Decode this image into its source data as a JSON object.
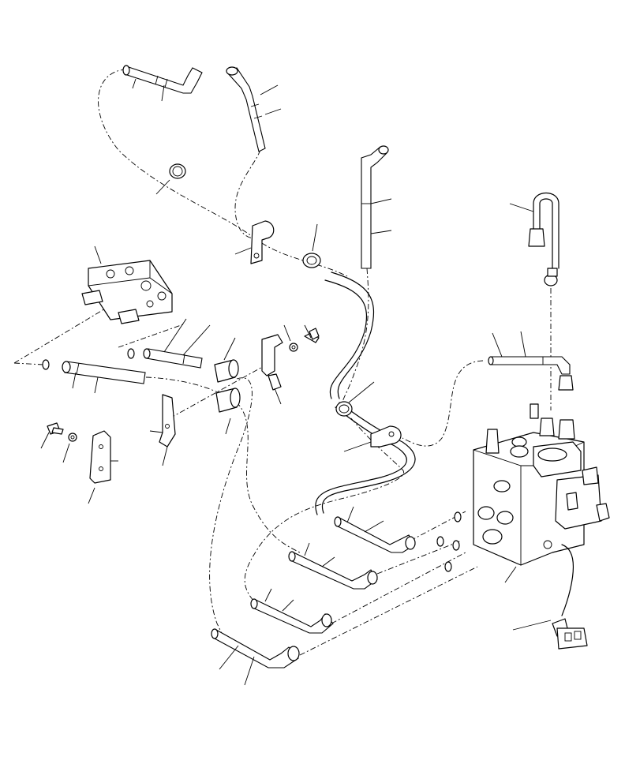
{
  "diagram": {
    "kind": "exploded-parts-view",
    "line_color": "#000000",
    "background": "#ffffff",
    "parts": [
      "hose-upper-left",
      "hose-upper-middle",
      "tube-vertical",
      "u-tube-right",
      "clamp-ring-1",
      "clamp-ring-2",
      "clamp-ring-3",
      "p-clamp-upper",
      "p-clamp-lower",
      "block-valve-left",
      "adapter-hose-1",
      "adapter-hose-2",
      "sleeve-1",
      "sleeve-2",
      "o-ring-1",
      "o-ring-2",
      "bracket-1",
      "bracket-2",
      "bracket-3",
      "bolt-1",
      "bolt-2",
      "washer-1",
      "washer-2",
      "hose-right",
      "hose-lower-1",
      "hose-lower-2",
      "hose-lower-3",
      "hose-lower-4",
      "control-valve",
      "harness-connector"
    ]
  }
}
